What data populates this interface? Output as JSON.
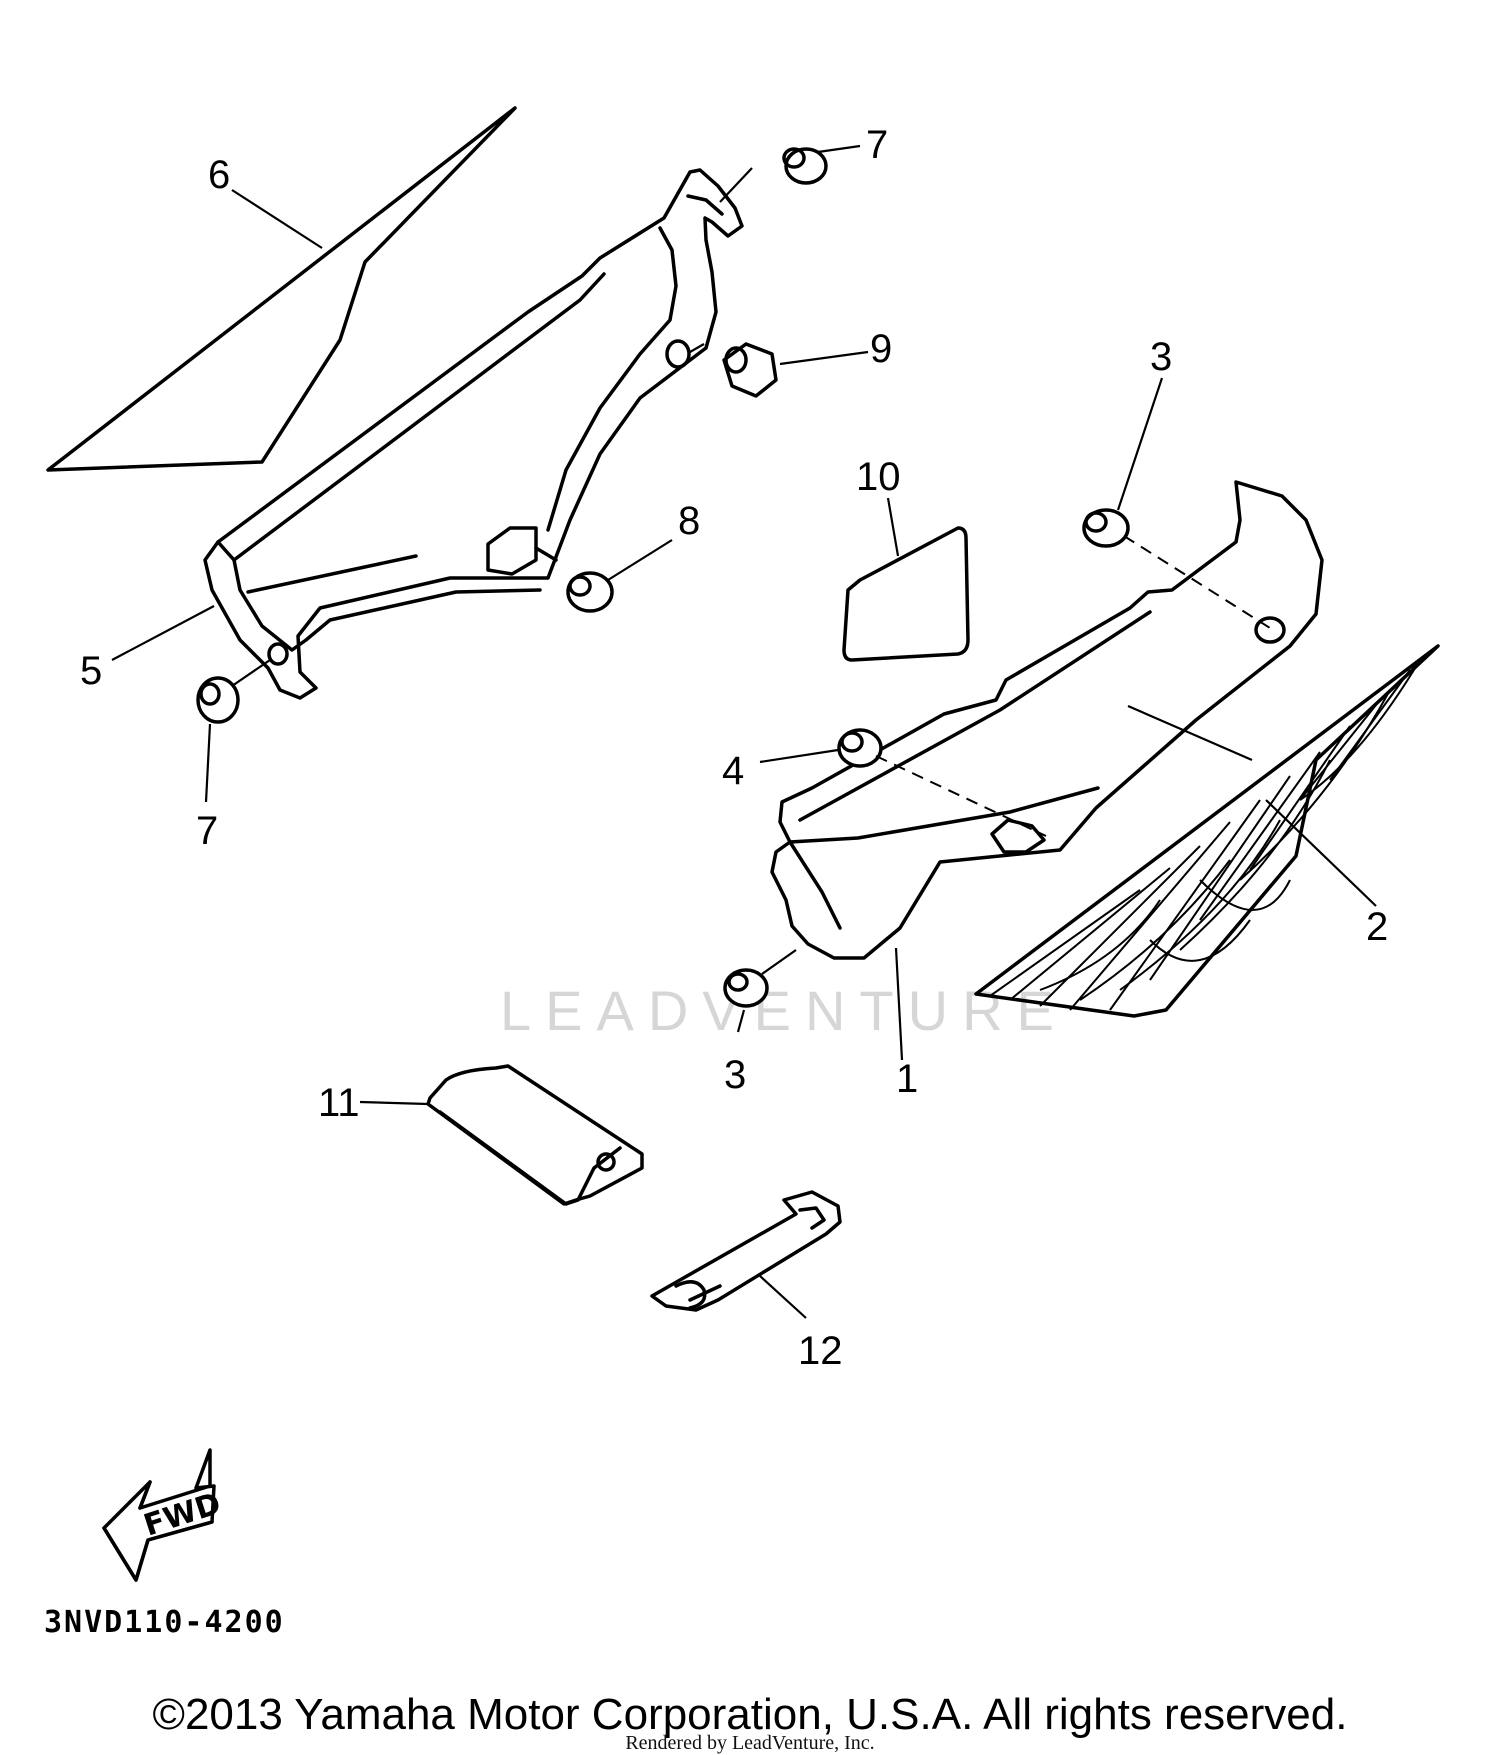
{
  "diagram": {
    "callouts": [
      {
        "id": "c6",
        "label": "6"
      },
      {
        "id": "c7a",
        "label": "7"
      },
      {
        "id": "c9",
        "label": "9"
      },
      {
        "id": "c3a",
        "label": "3"
      },
      {
        "id": "c10",
        "label": "10"
      },
      {
        "id": "c8",
        "label": "8"
      },
      {
        "id": "c5",
        "label": "5"
      },
      {
        "id": "c7b",
        "label": "7"
      },
      {
        "id": "c4",
        "label": "4"
      },
      {
        "id": "c2",
        "label": "2"
      },
      {
        "id": "c3b",
        "label": "3"
      },
      {
        "id": "c1",
        "label": "1"
      },
      {
        "id": "c11",
        "label": "11"
      },
      {
        "id": "c12",
        "label": "12"
      }
    ],
    "fwd_label": "FWD",
    "code": "3NVD110-4200",
    "watermark": "LEADVENTURE"
  },
  "footer": {
    "copyright": "©2013 Yamaha Motor Corporation, U.S.A. All rights reserved.",
    "rendered_by": "Rendered by LeadVenture, Inc."
  }
}
